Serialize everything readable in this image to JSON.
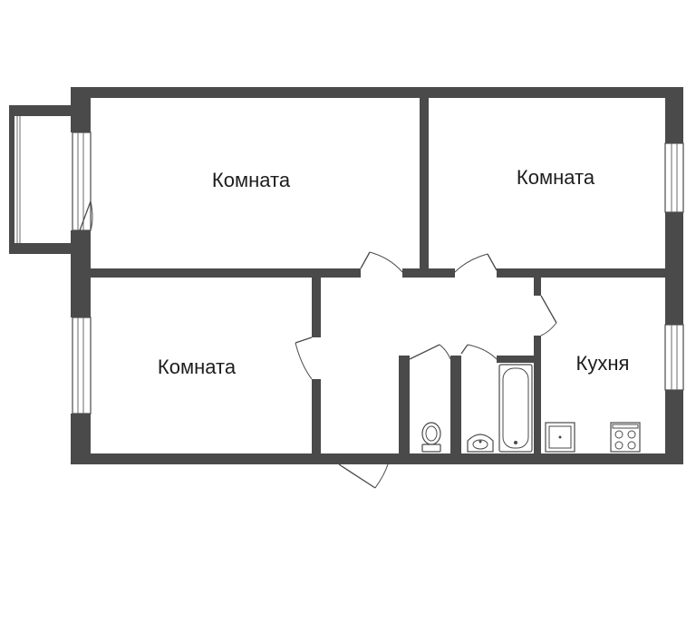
{
  "rooms": [
    {
      "id": "room-1",
      "label": "Комната"
    },
    {
      "id": "room-2",
      "label": "Комната"
    },
    {
      "id": "room-3",
      "label": "Комната"
    },
    {
      "id": "kitchen",
      "label": "Кухня"
    }
  ],
  "colors": {
    "wall": "#4a4a4a",
    "background": "#ffffff",
    "text": "#1e1e1e"
  }
}
